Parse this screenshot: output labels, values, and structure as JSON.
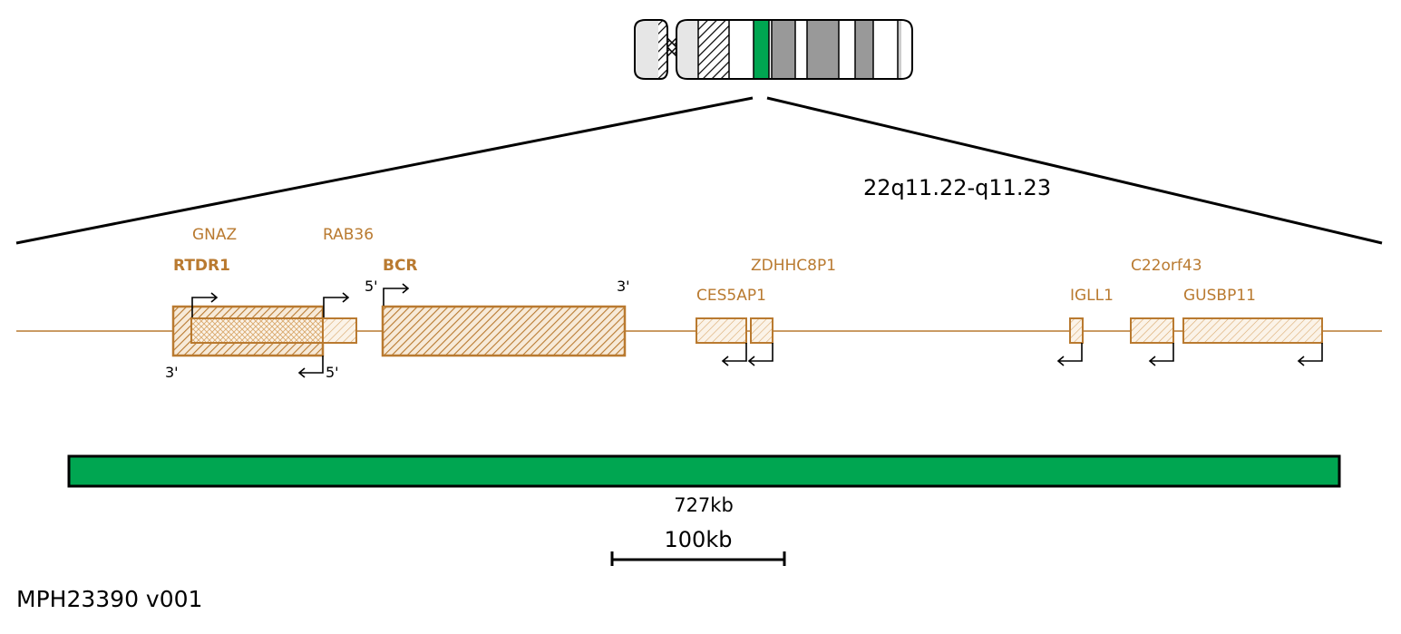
{
  "colors": {
    "gene": "#b97a30",
    "gene_fill_light": "#f7ead8",
    "probe": "#00a651",
    "highlight_band": "#00a651",
    "band_dark": "#999999",
    "band_light": "#e6e6e6",
    "outline": "#000000"
  },
  "region_label": "22q11.22-q11.23",
  "genes": {
    "gnaz": "GNAZ",
    "rtdr1": "RTDR1",
    "rab36": "RAB36",
    "bcr": "BCR",
    "zdhhc8p1": "ZDHHC8P1",
    "ces5ap1": "CES5AP1",
    "igll1": "IGLL1",
    "c22orf43": "C22orf43",
    "gusbp11": "GUSBP11"
  },
  "end_labels": {
    "rtdr1_3": "3'",
    "rtdr1_5": "5'",
    "bcr_5": "5'",
    "bcr_3": "3'"
  },
  "probe": {
    "label": "727kb"
  },
  "scale_bar": {
    "label": "100kb"
  },
  "footer": {
    "product_code": "MPH23390 v001"
  }
}
